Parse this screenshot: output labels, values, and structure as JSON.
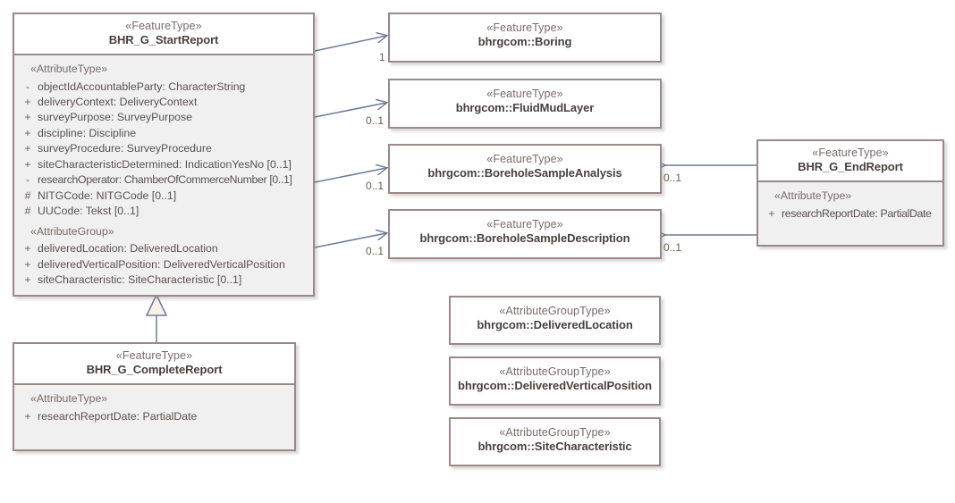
{
  "diagram": {
    "title": "BHR_G_StartReport UML class diagram",
    "colors": {
      "box_border": "#9c8888",
      "header_fill": "#ffffff",
      "body_fill": "#f0f0f0",
      "connector": "#6b7a99",
      "generalization_fill": "#fdf0e6",
      "multiplicity_text": "#6b6048",
      "class_name_text": "#4a3f3f",
      "stereotype_text": "#7a6a6a",
      "canvas": "#ffffff"
    }
  },
  "classes": {
    "start_report": {
      "stereotype": "«FeatureType»",
      "name": "BHR_G_StartReport",
      "groups": [
        {
          "label": "«AttributeType»",
          "attributes": [
            {
              "visibility": "-",
              "signature": "objectIdAccountableParty: CharacterString"
            },
            {
              "visibility": "+",
              "signature": "deliveryContext: DeliveryContext"
            },
            {
              "visibility": "+",
              "signature": "surveyPurpose: SurveyPurpose"
            },
            {
              "visibility": "+",
              "signature": "discipline: Discipline"
            },
            {
              "visibility": "+",
              "signature": "surveyProcedure: SurveyProcedure"
            },
            {
              "visibility": "+",
              "signature": "siteCharacteristicDetermined: IndicationYesNo [0..1]"
            },
            {
              "visibility": "-",
              "signature": "researchOperator: ChamberOfCommerceNumber [0..1]"
            },
            {
              "visibility": "#",
              "signature": "NITGCode: NITGCode [0..1]"
            },
            {
              "visibility": "#",
              "signature": "UUCode: Tekst [0..1]"
            }
          ]
        },
        {
          "label": "«AttributeGroup»",
          "attributes": [
            {
              "visibility": "+",
              "signature": "deliveredLocation: DeliveredLocation"
            },
            {
              "visibility": "+",
              "signature": "deliveredVerticalPosition: DeliveredVerticalPosition"
            },
            {
              "visibility": "+",
              "signature": "siteCharacteristic: SiteCharacteristic [0..1]"
            }
          ]
        }
      ]
    },
    "complete_report": {
      "stereotype": "«FeatureType»",
      "name": "BHR_G_CompleteReport",
      "groups": [
        {
          "label": "«AttributeType»",
          "attributes": [
            {
              "visibility": "+",
              "signature": "researchReportDate: PartialDate"
            }
          ]
        }
      ]
    },
    "end_report": {
      "stereotype": "«FeatureType»",
      "name": "BHR_G_EndReport",
      "groups": [
        {
          "label": "«AttributeType»",
          "attributes": [
            {
              "visibility": "+",
              "signature": "researchReportDate: PartialDate"
            }
          ]
        }
      ]
    },
    "boring": {
      "stereotype": "«FeatureType»",
      "name": "bhrgcom::Boring"
    },
    "fluid_mud_layer": {
      "stereotype": "«FeatureType»",
      "name": "bhrgcom::FluidMudLayer"
    },
    "borehole_sample_analysis": {
      "stereotype": "«FeatureType»",
      "name": "bhrgcom::BoreholeSampleAnalysis"
    },
    "borehole_sample_description": {
      "stereotype": "«FeatureType»",
      "name": "bhrgcom::BoreholeSampleDescription"
    },
    "delivered_location": {
      "stereotype": "«AttributeGroupType»",
      "name": "bhrgcom::DeliveredLocation"
    },
    "delivered_vertical_position": {
      "stereotype": "«AttributeGroupType»",
      "name": "bhrgcom::DeliveredVerticalPosition"
    },
    "site_characteristic": {
      "stereotype": "«AttributeGroupType»",
      "name": "bhrgcom::SiteCharacteristic"
    }
  },
  "connectors": [
    {
      "id": "start-to-boring",
      "from": "start_report",
      "to": "boring",
      "kind": "association",
      "multiplicity": "1"
    },
    {
      "id": "start-to-fluidmud",
      "from": "start_report",
      "to": "fluid_mud_layer",
      "kind": "association",
      "multiplicity": "0..1"
    },
    {
      "id": "start-to-analysis",
      "from": "start_report",
      "to": "borehole_sample_analysis",
      "kind": "association",
      "multiplicity": "0..1"
    },
    {
      "id": "start-to-description",
      "from": "start_report",
      "to": "borehole_sample_description",
      "kind": "association",
      "multiplicity": "0..1"
    },
    {
      "id": "end-to-analysis",
      "from": "end_report",
      "to": "borehole_sample_analysis",
      "kind": "association",
      "multiplicity": "0..1"
    },
    {
      "id": "end-to-description",
      "from": "end_report",
      "to": "borehole_sample_description",
      "kind": "association",
      "multiplicity": "0..1"
    },
    {
      "id": "complete-generalizes-start",
      "from": "complete_report",
      "to": "start_report",
      "kind": "generalization",
      "multiplicity": ""
    }
  ]
}
